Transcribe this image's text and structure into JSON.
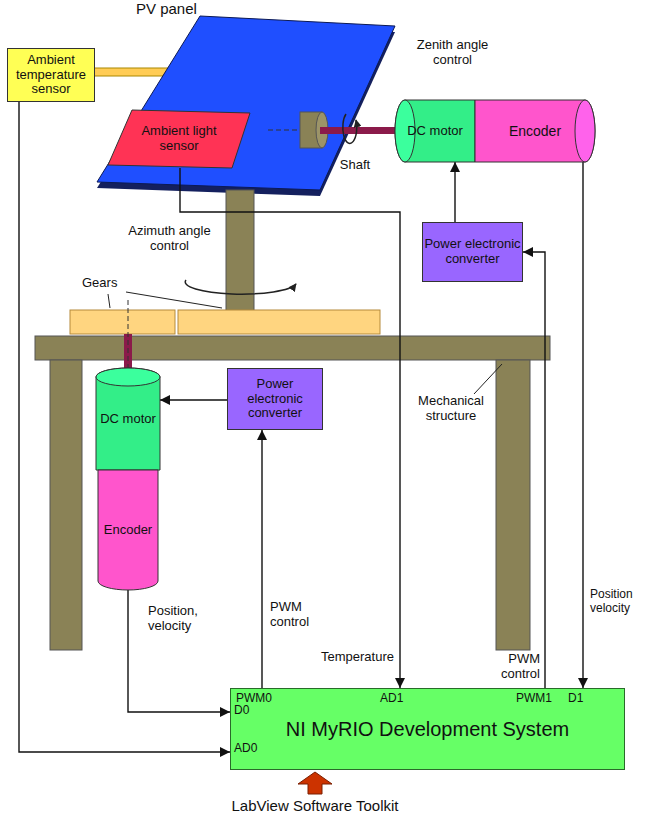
{
  "diagram": {
    "nodes": [
      {
        "text": [
          "Ambient temperature sensor"
        ]
      },
      {
        "text": [
          "Ambient light sensor"
        ]
      },
      {
        "text": [
          "DC motor"
        ]
      },
      {
        "text": [
          "Encoder"
        ]
      },
      {
        "text": [
          "Power electronic converter"
        ]
      },
      {
        "text": [
          "DC motor"
        ]
      },
      {
        "text": [
          "Power electronic converter"
        ]
      },
      {
        "text": [
          "Encoder"
        ]
      },
      {
        "text": [
          "NI MyRIO Development System"
        ]
      }
    ],
    "edges": [
      {
        "from": 0,
        "to": 8,
        "arrow": "to"
      },
      {
        "from": 1,
        "to": 8,
        "label": "Temperature",
        "arrow": "to"
      },
      {
        "from": 8,
        "to": 4,
        "label": "PWM control",
        "arrow": "to"
      },
      {
        "from": 4,
        "to": 2,
        "arrow": "to"
      },
      {
        "from": 3,
        "to": 8,
        "label": "Position velocity",
        "arrow": "to"
      },
      {
        "from": 8,
        "to": 6,
        "label": "PWM control",
        "arrow": "to"
      },
      {
        "from": 6,
        "to": 5,
        "arrow": "to"
      },
      {
        "from": 7,
        "to": 8,
        "label": "Position, velocity",
        "arrow": "to"
      }
    ],
    "labels": [
      "PV panel",
      "Zenith angle control",
      "Shaft",
      "Azimuth angle control",
      "Gears",
      "Mechanical structure",
      "PWM0",
      "D0",
      "AD0",
      "AD1",
      "PWM1",
      "D1",
      "LabView Software Toolkit"
    ]
  }
}
